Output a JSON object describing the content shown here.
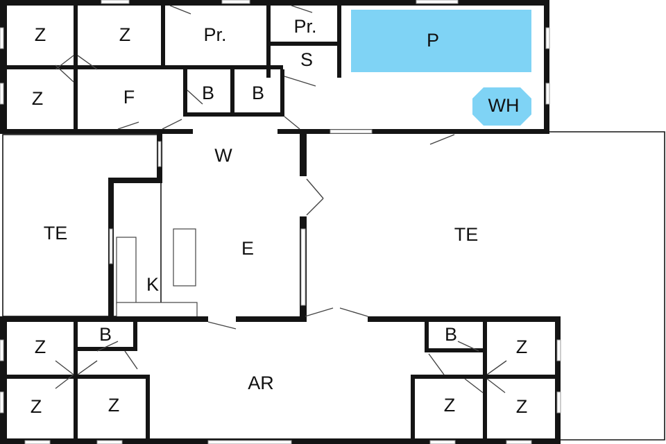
{
  "colors": {
    "wall": "#141414",
    "pool": "#7fd3f5",
    "whirlpool": "#7fd3f5",
    "background": "#ffffff"
  },
  "rooms": {
    "z_nw1": "Z",
    "z_nw2": "Z",
    "z_nw3": "Z",
    "pr1": "Pr.",
    "pr2": "Pr.",
    "pool": "P",
    "sauna": "S",
    "whirlpool": "WH",
    "f": "F",
    "b_n1": "B",
    "b_n2": "B",
    "w": "W",
    "te_left": "TE",
    "te_right": "TE",
    "e": "E",
    "k": "K",
    "ar": "AR",
    "b_sw": "B",
    "z_sw1": "Z",
    "z_sw2": "Z",
    "z_sw3": "Z",
    "b_se": "B",
    "z_se1": "Z",
    "z_se2": "Z",
    "z_se3": "Z"
  }
}
